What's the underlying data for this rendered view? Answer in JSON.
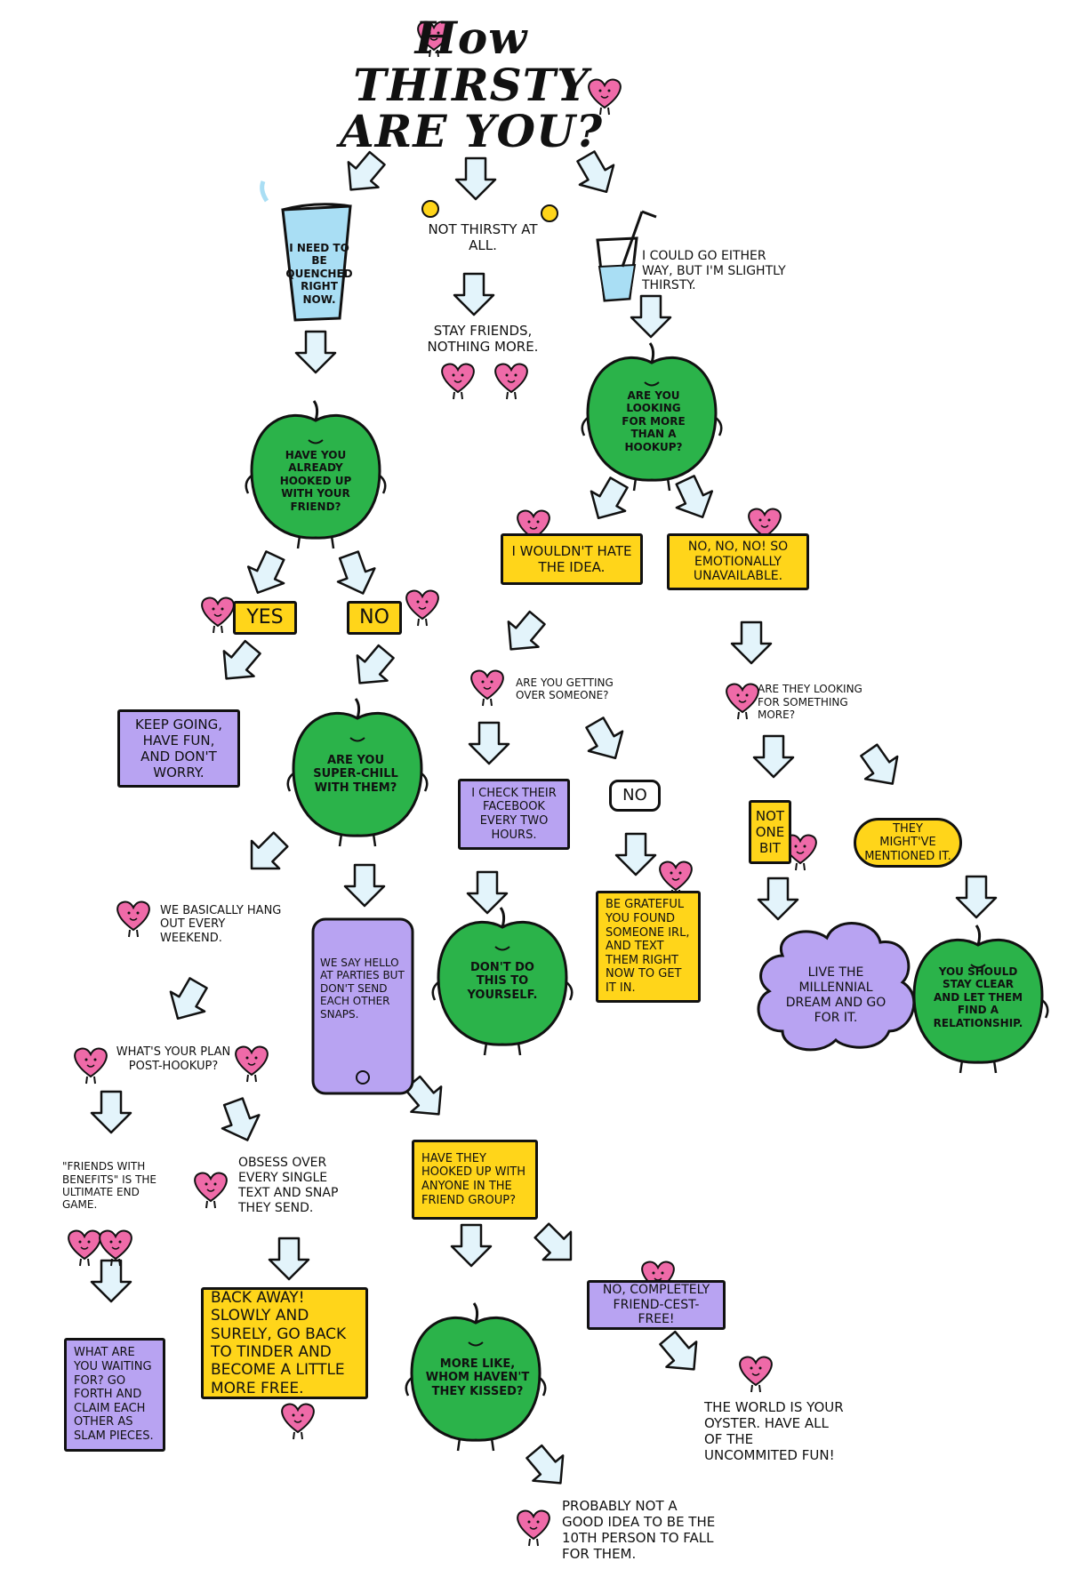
{
  "title": "How THIRSTY ARE YOU?",
  "colors": {
    "apple": "#2bb34a",
    "purple": "#b8a3f2",
    "yellow": "#ffd51a",
    "heart": "#ef6aa8",
    "arrow": "#e3f4fb",
    "water": "#a9def4",
    "ink": "#111111"
  },
  "nodes": {
    "quenched": "I NEED TO BE QUENCHED RIGHT NOW.",
    "not_thirsty": "NOT THIRSTY AT ALL.",
    "stay_friends": "STAY FRIENDS, NOTHING MORE.",
    "either_way": "I COULD GO EITHER WAY, BUT I'M SLIGHTLY THIRSTY.",
    "hooked_up": "HAVE YOU ALREADY HOOKED UP WITH YOUR FRIEND?",
    "more_than_hookup": "ARE YOU LOOKING FOR MORE THAN A HOOKUP?",
    "wouldnt_hate": "I WOULDN'T HATE THE IDEA.",
    "no_no_no": "NO, NO, NO! SO EMOTIONALLY UNAVAILABLE.",
    "yes": "YES",
    "no": "NO",
    "keep_going": "KEEP GOING, HAVE FUN, AND DON'T WORRY.",
    "super_chill": "ARE YOU SUPER-CHILL WITH THEM?",
    "getting_over": "ARE YOU GETTING OVER SOMEONE?",
    "looking_for_more": "ARE THEY LOOKING FOR SOMETHING MORE?",
    "check_facebook": "I CHECK THEIR FACEBOOK EVERY TWO HOURS.",
    "no2": "NO",
    "not_one_bit": "NOT ONE BIT",
    "might_have": "THEY MIGHT'VE MENTIONED IT.",
    "hang_out": "WE BASICALLY HANG OUT EVERY WEEKEND.",
    "say_hello": "WE SAY HELLO AT PARTIES BUT DON'T SEND EACH OTHER SNAPS.",
    "dont_do_this": "DON'T DO THIS TO YOURSELF.",
    "be_grateful": "BE GRATEFUL YOU FOUND SOMEONE IRL, AND TEXT THEM RIGHT NOW TO GET IT IN.",
    "millennial": "LIVE THE MILLENNIAL DREAM AND GO FOR IT.",
    "stay_clear": "YOU SHOULD STAY CLEAR AND LET THEM FIND A RELATIONSHIP.",
    "plan": "WHAT'S YOUR PLAN POST-HOOKUP?",
    "friend_group": "HAVE THEY HOOKED UP WITH ANYONE IN THE FRIEND GROUP?",
    "fwb": "\"FRIENDS WITH BENEFITS\" IS THE ULTIMATE END GAME.",
    "obsess": "OBSESS OVER EVERY SINGLE TEXT AND SNAP THEY SEND.",
    "friend_cest": "NO, COMPLETELY FRIEND-CEST-FREE!",
    "what_waiting": "WHAT ARE YOU WAITING FOR? GO FORTH AND CLAIM EACH OTHER AS SLAM PIECES.",
    "back_away": "BACK AWAY! SLOWLY AND SURELY, GO BACK TO TINDER AND BECOME A LITTLE MORE FREE.",
    "whom_havent": "MORE LIKE, WHOM HAVEN'T THEY KISSED?",
    "oyster": "THE WORLD IS YOUR OYSTER. HAVE ALL OF THE UNCOMMITED FUN!",
    "tenth_person": "PROBABLY NOT A GOOD IDEA TO BE THE 10TH PERSON TO FALL FOR THEM."
  },
  "icons": [
    "heart-icon",
    "arrow-icon",
    "glass-of-water-icon",
    "apple-character-icon",
    "flower-icon",
    "phone-icon",
    "cloud-icon"
  ]
}
